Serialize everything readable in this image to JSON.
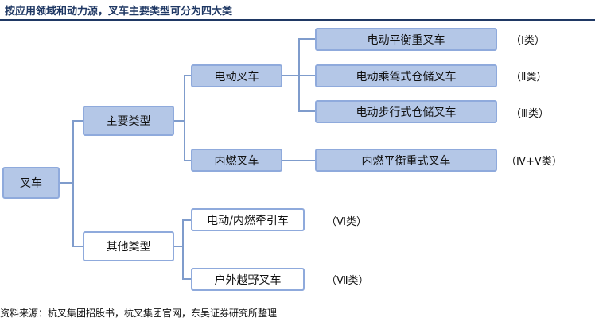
{
  "title": "按应用领域和动力源，叉车主要类型可分为四大类",
  "root": "叉车",
  "branches": {
    "main": "主要类型",
    "other": "其他类型"
  },
  "main_types": {
    "electric": "电动叉车",
    "combustion": "内燃叉车"
  },
  "leaves": {
    "electric_balance": "电动平衡重叉车",
    "electric_rider_warehouse": "电动乘驾式仓储叉车",
    "electric_walk_warehouse": "电动步行式仓储叉车",
    "combustion_balance": "内燃平衡重式叉车",
    "tractor": "电动/内燃牵引车",
    "rough_terrain": "户外越野叉车"
  },
  "classes": {
    "c1": "（Ⅰ类）",
    "c2": "（Ⅱ类）",
    "c3": "（Ⅲ类）",
    "c45": "（Ⅳ+Ⅴ类）",
    "c6": "（Ⅵ类）",
    "c7": "（Ⅶ类）"
  },
  "source": "资料来源：杭叉集团招股书，杭叉集团官网，东吴证券研究所整理",
  "colors": {
    "box_fill": "#b4c7e7",
    "box_border": "#8faadc",
    "connector": "#7f9ccc",
    "title": "#1f3864"
  }
}
